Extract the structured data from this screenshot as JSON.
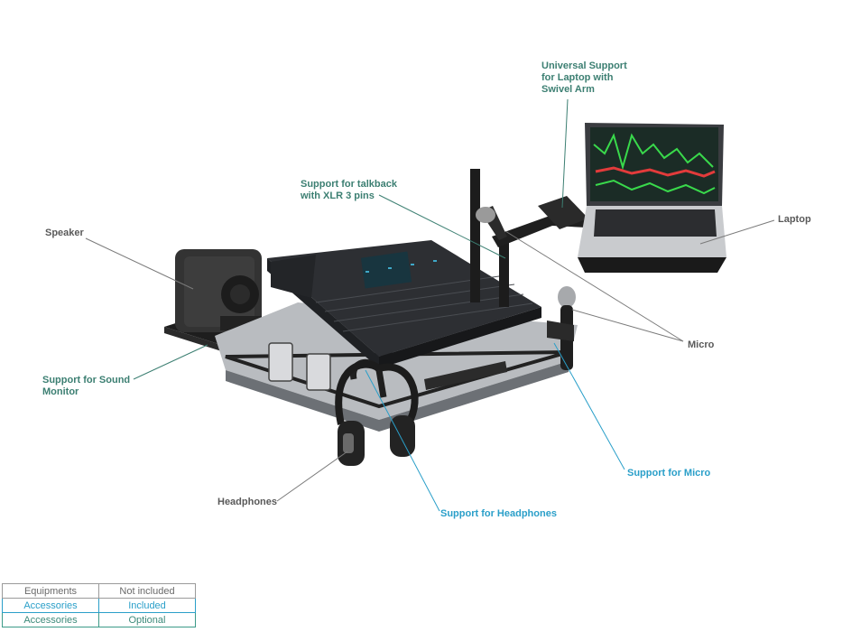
{
  "labels": {
    "laptop_arm": [
      "Universal Support",
      "for Laptop with",
      "Swivel Arm"
    ],
    "talkback": [
      "Support for talkback",
      "with XLR 3 pins"
    ],
    "speaker": "Speaker",
    "laptop": "Laptop",
    "micro": "Micro",
    "sound_monitor": [
      "Support for Sound",
      "Monitor"
    ],
    "support_micro": "Support for Micro",
    "headphones": "Headphones",
    "support_headphones": "Support for Headphones"
  },
  "legend": [
    {
      "name": "Equipments",
      "status": "Not included"
    },
    {
      "name": "Accessories",
      "status": "Included"
    },
    {
      "name": "Accessories",
      "status": "Optional"
    }
  ],
  "colors": {
    "equipment_label": "#595959",
    "included_accessory": "#2a9fc9",
    "optional_accessory": "#3c7f72"
  }
}
